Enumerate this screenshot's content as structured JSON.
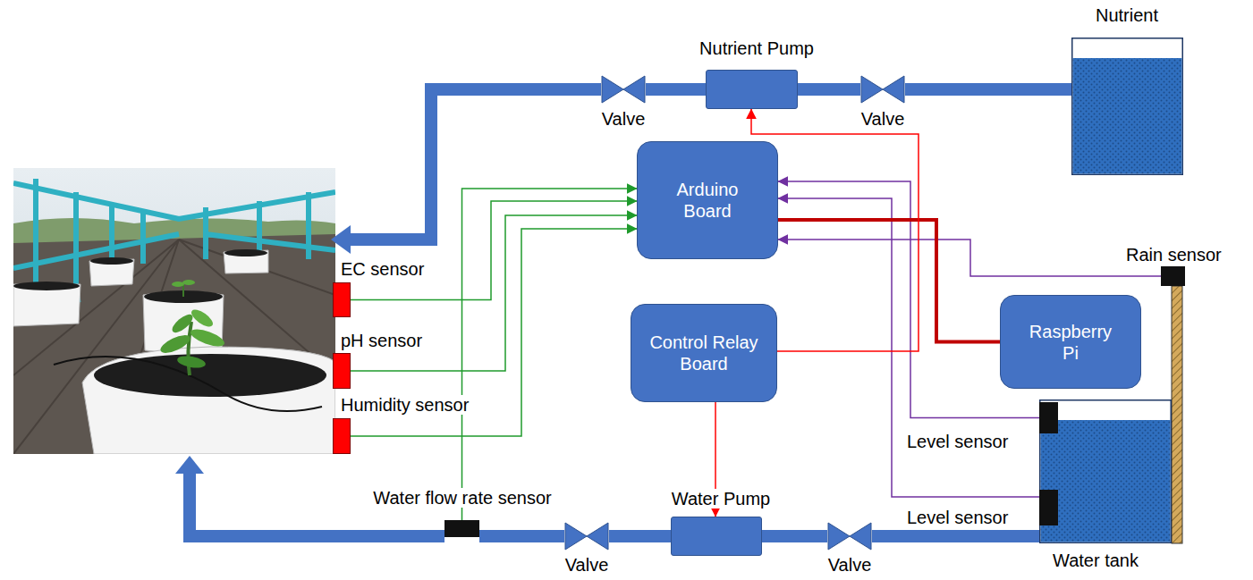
{
  "diagram": {
    "nodes": [
      {
        "text": [
          "Nutrient"
        ]
      },
      {
        "text": [
          "Valve"
        ]
      },
      {
        "text": [
          "Nutrient Pump"
        ]
      },
      {
        "text": [
          "Valve"
        ]
      },
      {
        "text": [
          "Arduino Board"
        ]
      },
      {
        "text": [
          "EC sensor"
        ]
      },
      {
        "text": [
          "pH sensor"
        ]
      },
      {
        "text": [
          "Humidity sensor"
        ]
      },
      {
        "text": [
          "Control Relay Board"
        ]
      },
      {
        "text": [
          "Raspberry Pi"
        ]
      },
      {
        "text": [
          "Rain sensor"
        ]
      },
      {
        "text": [
          "Water tank"
        ]
      },
      {
        "text": [
          "Level sensor"
        ]
      },
      {
        "text": [
          "Level sensor"
        ]
      },
      {
        "text": [
          "Water flow rate sensor"
        ]
      },
      {
        "text": [
          "Valve"
        ]
      },
      {
        "text": [
          "Water Pump"
        ]
      },
      {
        "text": [
          "Valve"
        ]
      }
    ],
    "edges": [
      {
        "from": 0,
        "to": 1,
        "arrow": "none"
      },
      {
        "from": 1,
        "to": 2,
        "arrow": "none"
      },
      {
        "from": 2,
        "to": 3,
        "arrow": "none"
      },
      {
        "from": 5,
        "to": 4,
        "arrow": "to"
      },
      {
        "from": 6,
        "to": 4,
        "arrow": "to"
      },
      {
        "from": 7,
        "to": 4,
        "arrow": "to"
      },
      {
        "from": 14,
        "to": 4,
        "arrow": "to"
      },
      {
        "from": 12,
        "to": 4,
        "arrow": "to"
      },
      {
        "from": 13,
        "to": 4,
        "arrow": "to"
      },
      {
        "from": 10,
        "to": 4,
        "arrow": "to"
      },
      {
        "from": 4,
        "to": 9,
        "arrow": "none"
      },
      {
        "from": 8,
        "to": 2,
        "arrow": "to"
      },
      {
        "from": 8,
        "to": 16,
        "arrow": "to"
      },
      {
        "from": 11,
        "to": 17,
        "arrow": "none"
      },
      {
        "from": 17,
        "to": 16,
        "arrow": "none"
      },
      {
        "from": 16,
        "to": 15,
        "arrow": "none"
      },
      {
        "from": 15,
        "to": 14,
        "arrow": "none"
      }
    ]
  }
}
